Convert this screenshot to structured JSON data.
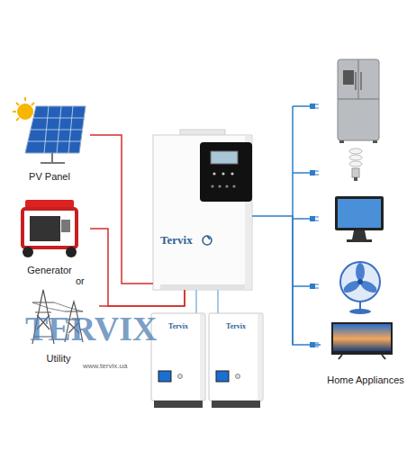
{
  "diagram": {
    "nodes": [
      {
        "text": [
          "PV Panel"
        ]
      },
      {
        "text": [
          "Generator"
        ]
      },
      {
        "text": [
          "Utility"
        ]
      },
      {
        "text": [
          "Tervix"
        ]
      },
      {
        "text": [
          "Tervix"
        ]
      },
      {
        "text": [
          "Tervix"
        ]
      },
      {
        "text": [
          "Home Appliances"
        ]
      }
    ],
    "edges": [
      {
        "from": 0,
        "to": 3,
        "arrow": "none"
      },
      {
        "from": 1,
        "to": 3,
        "arrow": "none"
      },
      {
        "from": 2,
        "to": 3,
        "arrow": "none"
      },
      {
        "from": 4,
        "to": 3,
        "arrow": "none"
      },
      {
        "from": 5,
        "to": 3,
        "arrow": "none"
      },
      {
        "from": 3,
        "to": 6,
        "arrow": "none"
      }
    ],
    "labels": [
      "or",
      "TERVIX",
      "www.tervix.ua"
    ]
  }
}
